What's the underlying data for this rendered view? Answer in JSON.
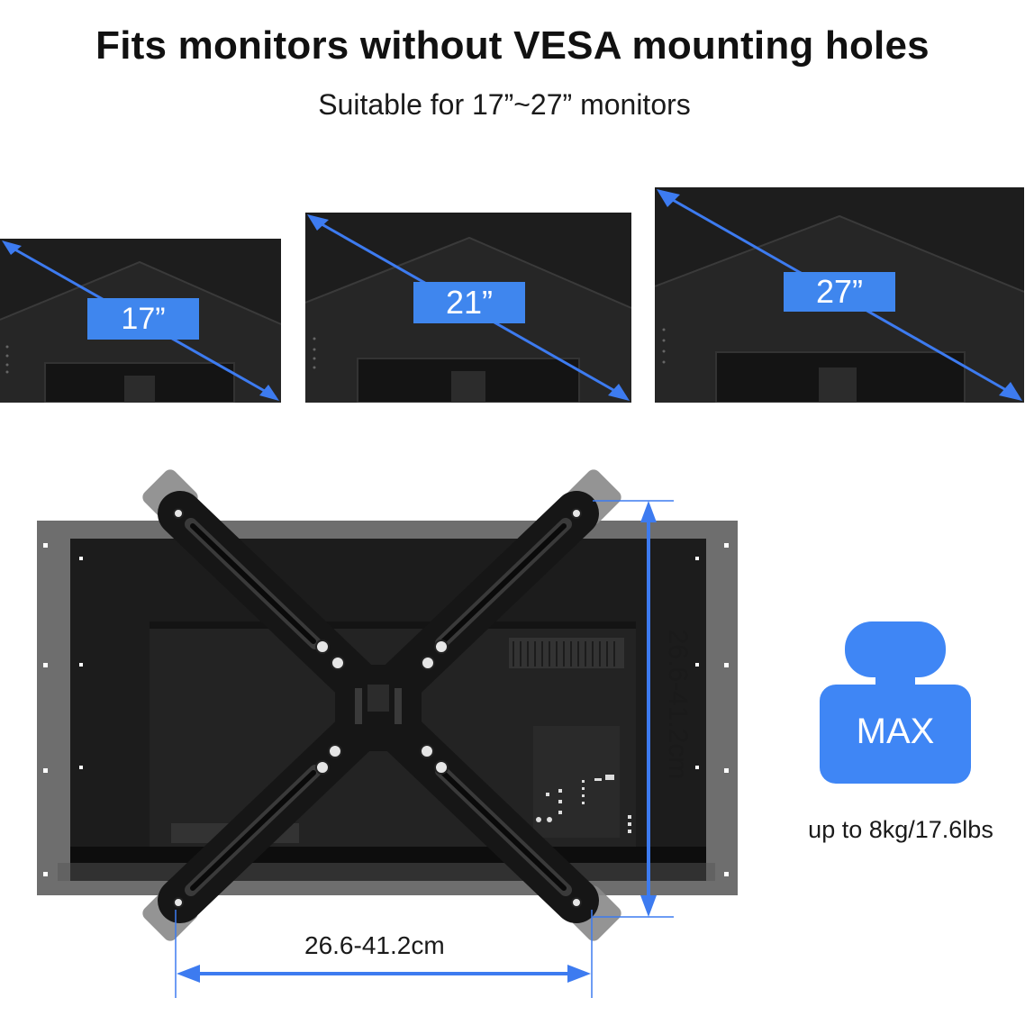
{
  "header": {
    "title": "Fits monitors without VESA mounting holes",
    "subtitle": "Suitable for 17”~27” monitors"
  },
  "monitors": [
    {
      "size_label": "17”"
    },
    {
      "size_label": "21”"
    },
    {
      "size_label": "27”"
    }
  ],
  "dimensions": {
    "width_label": "26.6-41.2cm",
    "height_label": "26.6-41.2cm"
  },
  "weight": {
    "badge_label": "MAX",
    "capacity_label": "up to 8kg/17.6lbs"
  },
  "colors": {
    "accent_blue": "#3d7bf0",
    "label_blue": "#3f86ee",
    "weight_blue": "#3f86f5",
    "monitor_dark": "#1c1c1c",
    "frame_gray": "#6e6e6e",
    "bracket_black": "#161616"
  }
}
